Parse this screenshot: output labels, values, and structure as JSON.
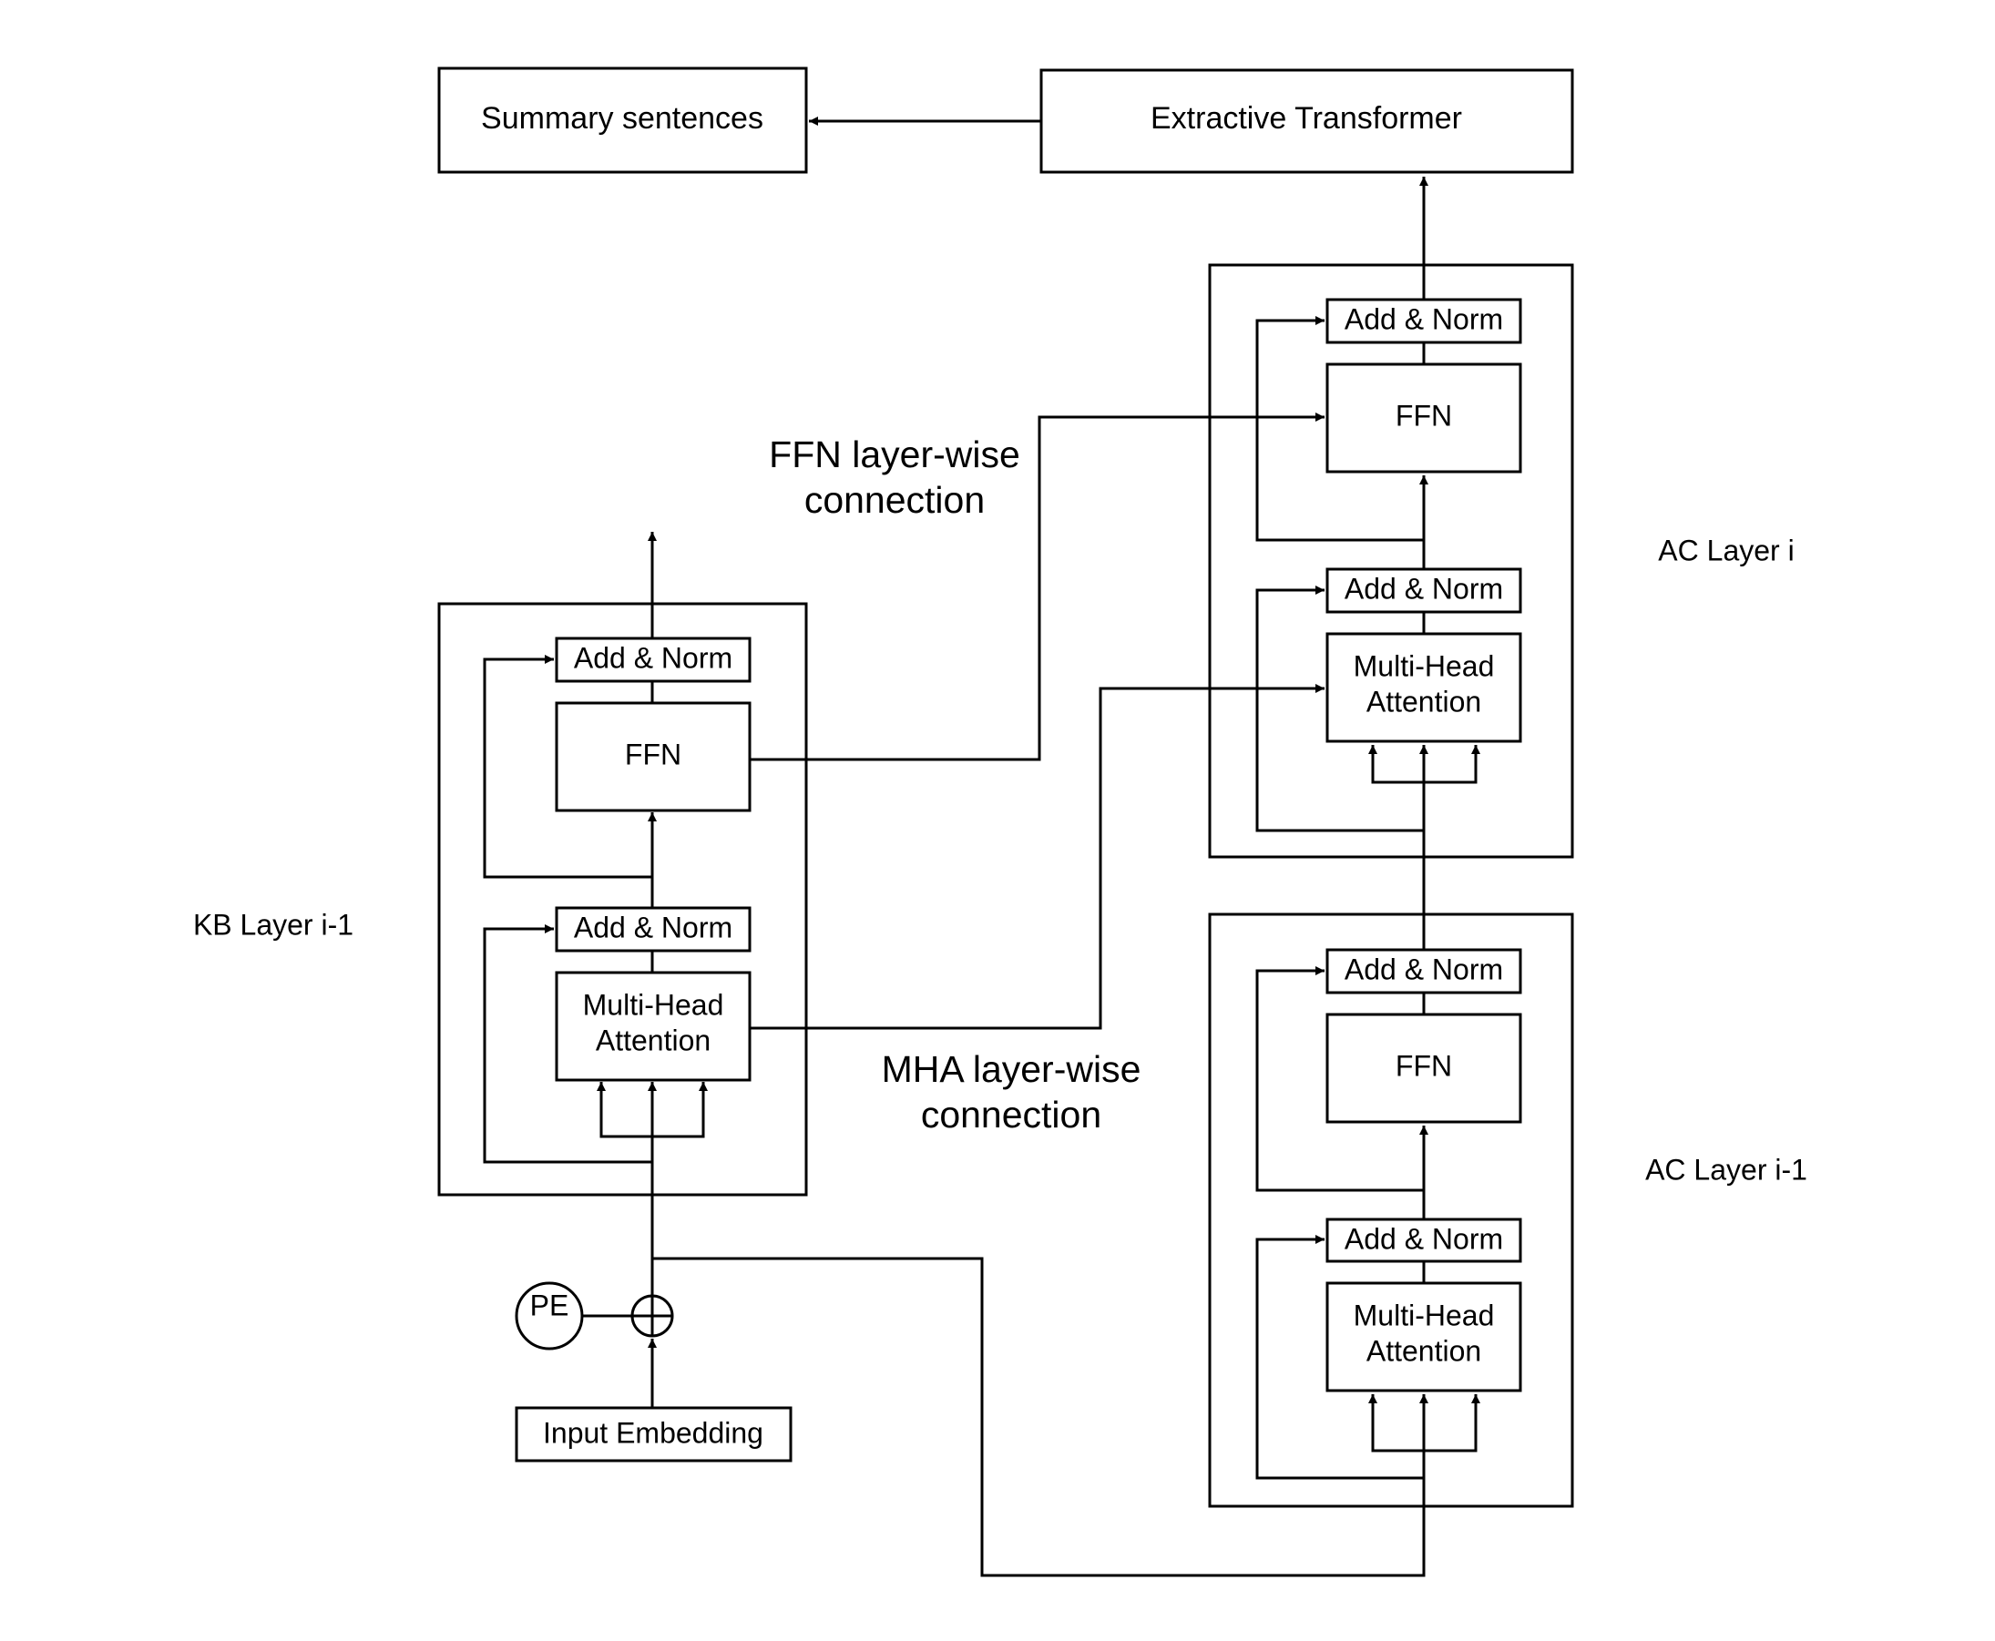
{
  "top": {
    "summary_label": "Summary sentences",
    "extractive_label": "Extractive Transformer"
  },
  "kb_layer": {
    "label": "KB Layer i-1",
    "add_norm_top": "Add & Norm",
    "ffn": "FFN",
    "add_norm_bottom": "Add & Norm",
    "mha_line1": "Multi-Head",
    "mha_line2": "Attention"
  },
  "input": {
    "pe_label": "PE",
    "embedding_label": "Input Embedding"
  },
  "ac_layer_i": {
    "label": "AC Layer i",
    "add_norm_top": "Add & Norm",
    "ffn": "FFN",
    "add_norm_bottom": "Add & Norm",
    "mha_line1": "Multi-Head",
    "mha_line2": "Attention"
  },
  "ac_layer_i_minus_1": {
    "label": "AC Layer i-1",
    "add_norm_top": "Add & Norm",
    "ffn": "FFN",
    "add_norm_bottom": "Add & Norm",
    "mha_line1": "Multi-Head",
    "mha_line2": "Attention"
  },
  "connections": {
    "ffn_line1": "FFN layer-wise",
    "ffn_line2": "connection",
    "mha_line1": "MHA layer-wise",
    "mha_line2": "connection"
  }
}
